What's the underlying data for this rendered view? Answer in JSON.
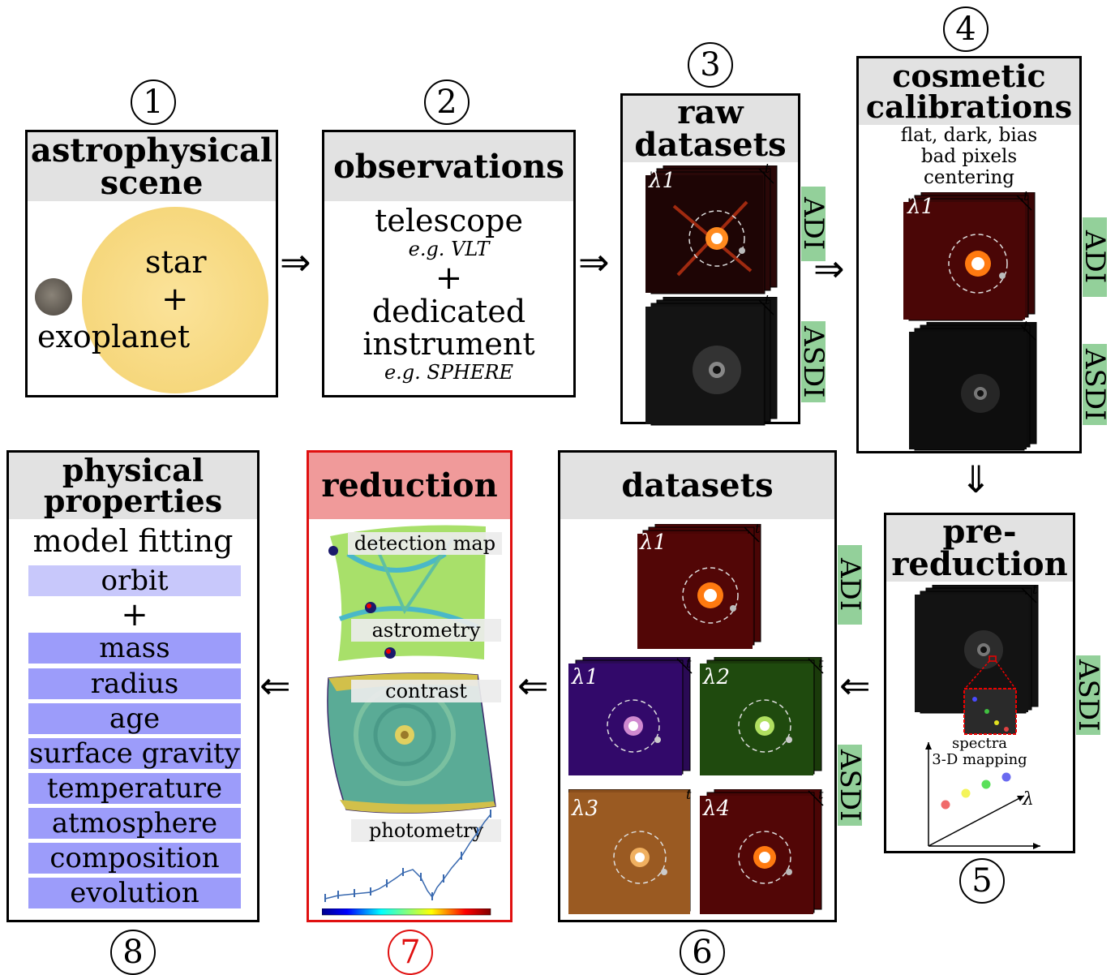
{
  "steps": {
    "s1": {
      "num": "1",
      "title1": "astrophysical",
      "title2": "scene",
      "star": "star",
      "plus": "+",
      "planet": "exoplanet"
    },
    "s2": {
      "num": "2",
      "title": "observations",
      "telescope": "telescope",
      "eg_vlt": "e.g. VLT",
      "plus": "+",
      "dedicated": "dedicated",
      "instrument": "instrument",
      "eg_sphere": "e.g. SPHERE"
    },
    "s3": {
      "num": "3",
      "title1": "raw",
      "title2": "datasets",
      "lambda1": "λ1",
      "t": "t",
      "adi": "ADI",
      "asdi": "ASDI"
    },
    "s4": {
      "num": "4",
      "title1": "cosmetic",
      "title2": "calibrations",
      "sub1": "flat, dark, bias",
      "sub2": "bad pixels",
      "sub3": "centering",
      "lambda1": "λ1",
      "t": "t",
      "adi": "ADI",
      "asdi": "ASDI"
    },
    "s5": {
      "num": "5",
      "title1": "pre-",
      "title2": "reduction",
      "t": "t",
      "asdi": "ASDI",
      "spectra": "spectra",
      "mapping": "3-D mapping",
      "lambda": "λ"
    },
    "s6": {
      "num": "6",
      "title": "datasets",
      "lambda1": "λ1",
      "lambda2": "λ2",
      "lambda3": "λ3",
      "lambda4": "λ4",
      "t": "t",
      "adi": "ADI",
      "asdi": "ASDI"
    },
    "s7": {
      "num": "7",
      "title": "reduction",
      "detection": "detection map",
      "astrometry": "astrometry",
      "contrast": "contrast",
      "photometry": "photometry"
    },
    "s8": {
      "num": "8",
      "title1": "physical",
      "title2": "properties",
      "model": "model fitting",
      "orbit": "orbit",
      "plus": "+",
      "items": [
        "mass",
        "radius",
        "age",
        "surface gravity",
        "temperature",
        "atmosphere",
        "composition",
        "evolution"
      ]
    }
  },
  "arrows": {
    "right": "⇒",
    "left": "⇐",
    "down": "⇓"
  },
  "colors": {
    "header_gray": "#e2e2e2",
    "reduction_header": "#f09a9a",
    "reduction_border": "#e01010",
    "green_tag": "#93d09a",
    "orbit_light": "#c8c8fb",
    "property_blue": "#9c9cfa"
  }
}
